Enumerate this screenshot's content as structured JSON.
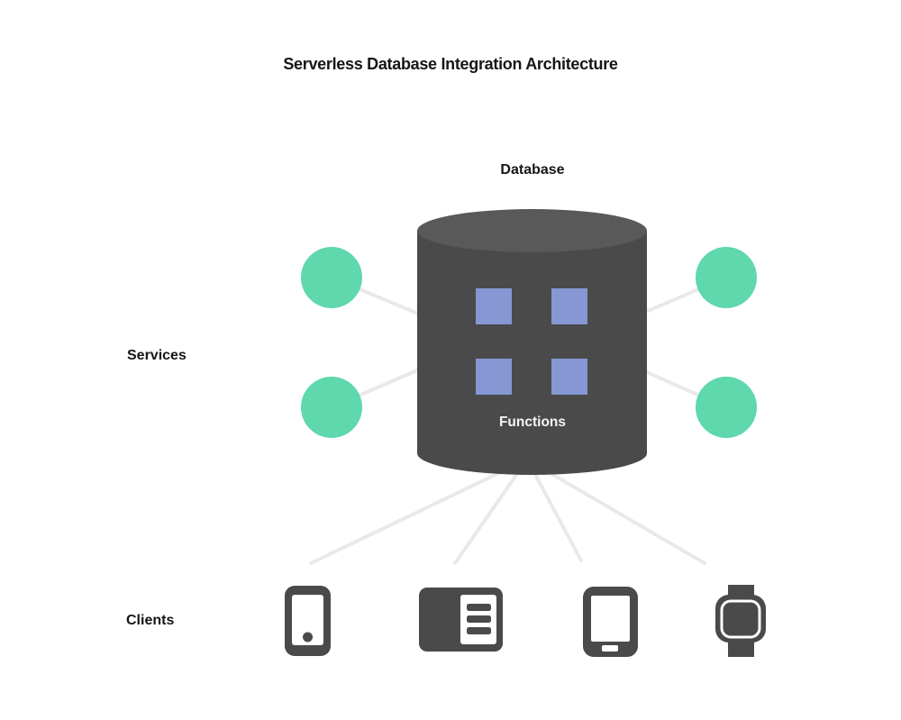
{
  "title": "Serverless Database Integration Architecture",
  "diagram": {
    "database": {
      "label": "Database",
      "shape": "cylinder"
    },
    "functions": {
      "label": "Functions",
      "count": 4,
      "shape": "square"
    },
    "services": {
      "label": "Services",
      "count": 4,
      "shape": "circle"
    },
    "clients": {
      "label": "Clients",
      "devices": [
        {
          "icon": "smartphone-icon"
        },
        {
          "icon": "desktop-icon"
        },
        {
          "icon": "tablet-icon"
        },
        {
          "icon": "smartwatch-icon"
        }
      ]
    }
  },
  "colors": {
    "background": "#ffffff",
    "database_body": "#4a4a4a",
    "database_top": "#595959",
    "function_square": "#8598d3",
    "service_circle": "#5ed8ac",
    "connector": "#e9e9e9",
    "icon": "#4a4a4a",
    "text": "#161616",
    "text_on_dark": "#f5f5f5"
  }
}
